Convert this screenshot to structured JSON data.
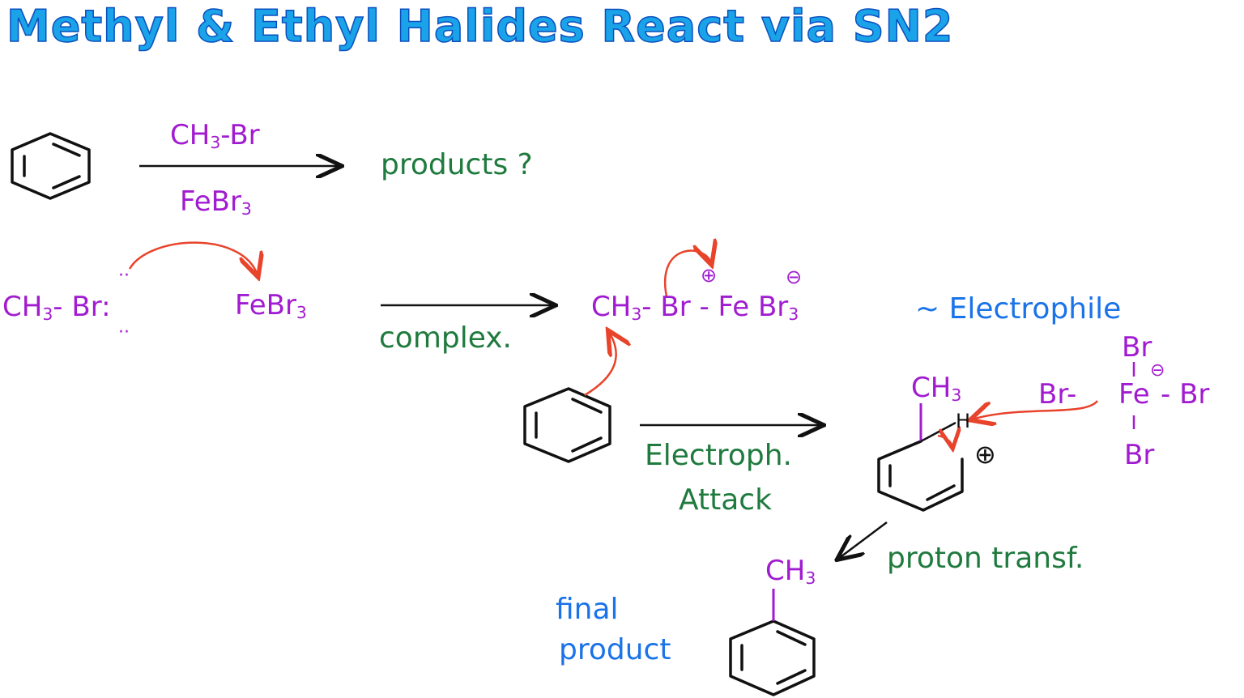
{
  "title": "Methyl & Ethyl Halides React via SN2",
  "reaction1": {
    "reagent_top_a": "CH",
    "reagent_top_sub": "3",
    "reagent_top_b": "-Br",
    "catalyst_a": "FeBr",
    "catalyst_sub": "3",
    "result": "products ?"
  },
  "step_complex": {
    "lhs_a": "CH",
    "lhs_sub": "3",
    "lhs_b": "- Br:",
    "lone_top": "··",
    "lone_bottom": "··",
    "lewis_acid_a": "FeBr",
    "lewis_acid_sub": "3",
    "arrow_label": "complex.",
    "product_a": "CH",
    "product_sub": "3",
    "product_b": "- Br - Fe Br",
    "product_sub2": "3",
    "plus_charge": "⊕",
    "minus_charge": "⊖",
    "note": "~ Electrophile"
  },
  "step_attack": {
    "arrow_label_1": "Electroph.",
    "arrow_label_2": "Attack",
    "intermediate_ch3_a": "CH",
    "intermediate_ch3_sub": "3",
    "h_label": "H",
    "cation_charge": "⊕",
    "base_top": "Br",
    "base_left": "Br-",
    "base_center": "Fe",
    "base_right": "- Br",
    "base_bottom": "Br",
    "base_charge": "⊖"
  },
  "step_proton": {
    "arrow_label": "proton transf.",
    "product_ch3_a": "CH",
    "product_ch3_sub": "3",
    "final_label_1": "final",
    "final_label_2": "product"
  },
  "colors": {
    "title": "#1aa3e8",
    "reagent": "#a11bd0",
    "annotation": "#1f7a3e",
    "note": "#1a73e8",
    "mechanism_arrow": "#e8432b",
    "structure": "#111111"
  }
}
